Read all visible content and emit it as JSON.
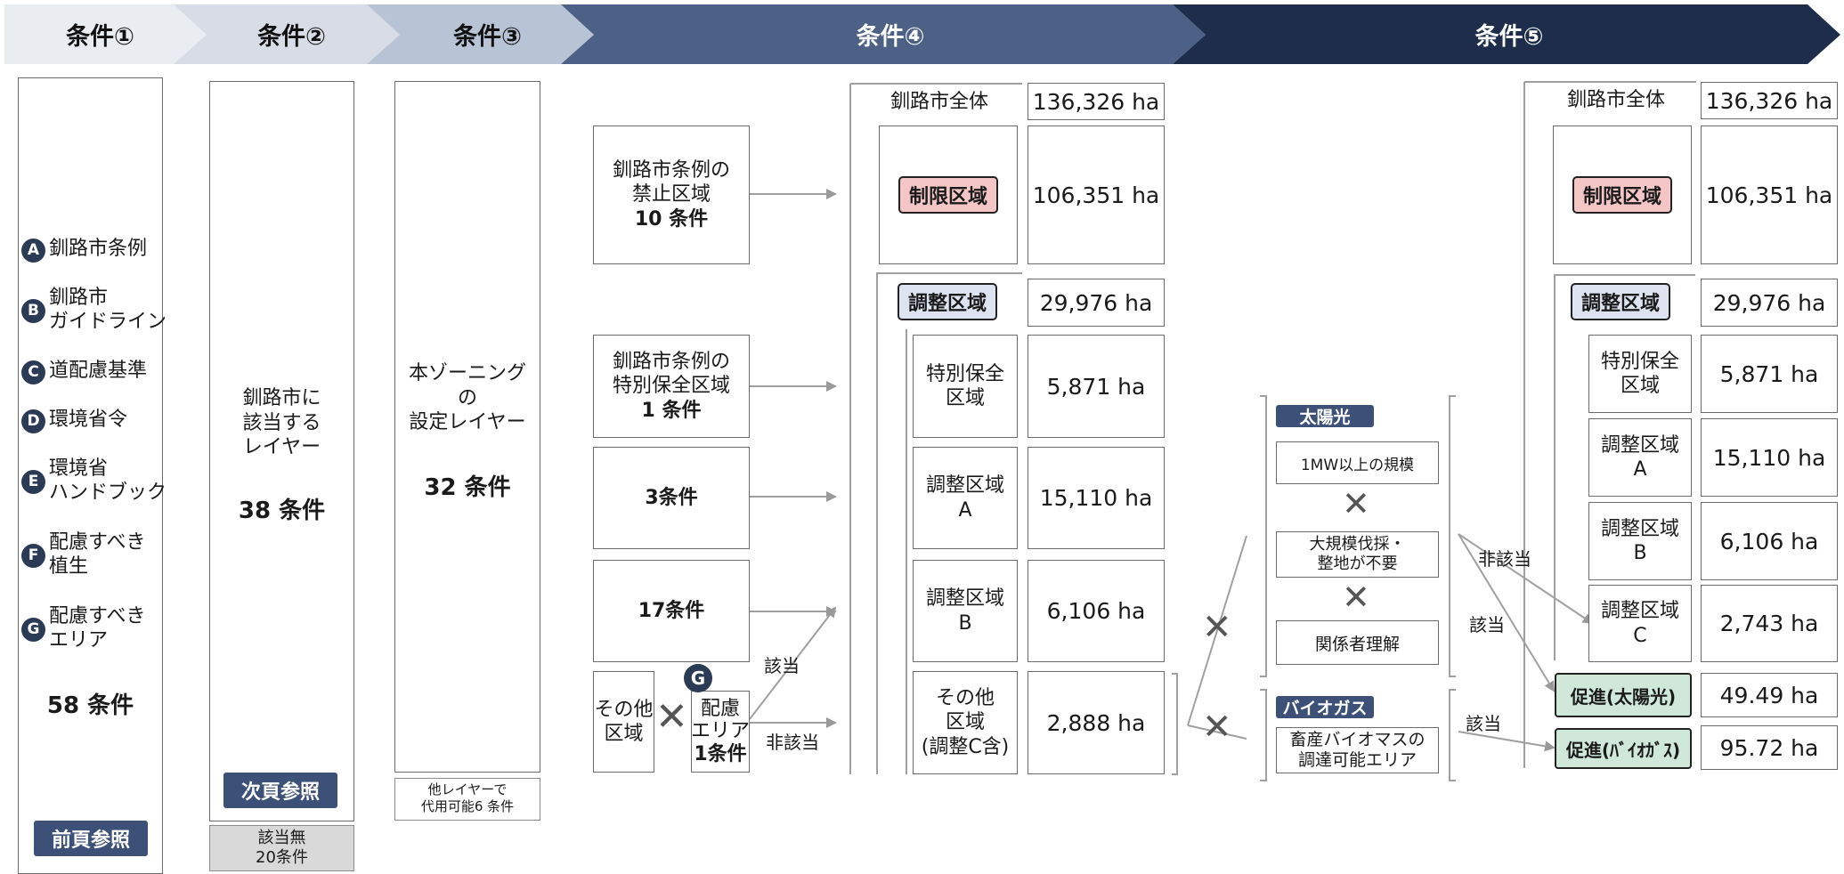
{
  "header": {
    "cond1": "条件①",
    "cond2": "条件②",
    "cond3": "条件③",
    "cond4": "条件④",
    "cond5": "条件⑤"
  },
  "colors": {
    "header1": "#e9ecf1",
    "header2": "#d7dce6",
    "header3": "#b8c3d6",
    "header4": "#4d6186",
    "header5": "#1f2d4c",
    "restricted": "#f4c6c6",
    "adjust": "#dde3f0",
    "promote": "#cfe8da",
    "navy": "#3d5078"
  },
  "col1": {
    "legend": [
      {
        "mark": "A",
        "text": "釧路市条例"
      },
      {
        "mark": "B",
        "text": "釧路市\nガイドライン"
      },
      {
        "mark": "C",
        "text": "道配慮基準"
      },
      {
        "mark": "D",
        "text": "環境省令"
      },
      {
        "mark": "E",
        "text": "環境省\nハンドブック"
      },
      {
        "mark": "F",
        "text": "配慮すべき\n植生"
      },
      {
        "mark": "G",
        "text": "配慮すべき\nエリア"
      }
    ],
    "count": "58 条件",
    "button": "前頁参照"
  },
  "col2": {
    "text": "釧路市に\n該当する\nレイヤー",
    "count": "38 条件",
    "button": "次頁参照",
    "note": "該当無\n20条件"
  },
  "col3": {
    "text": "本ゾーニング\nの\n設定レイヤー",
    "count": "32 条件",
    "note": "他レイヤーで\n代用可能6 条件"
  },
  "col4": {
    "inputs": [
      {
        "line1": "釧路市条例の\n禁止区域",
        "line2": "10 条件"
      },
      {
        "line1": "釧路市条例の\n特別保全区域",
        "line2": "1 条件"
      },
      {
        "line1": "",
        "line2": "3条件"
      },
      {
        "line1": "",
        "line2": "17条件"
      }
    ],
    "other_area": "その他\n区域",
    "g_mark": "G",
    "g_area": "配慮\nエリア",
    "g_count": "1条件",
    "applicable": "該当",
    "not_applicable": "非該当"
  },
  "zones": {
    "whole": "釧路市全体",
    "whole_ha": "136,326 ha",
    "restricted": "制限区域",
    "restricted_ha": "106,351 ha",
    "adjust": "調整区域",
    "adjust_ha": "29,976 ha",
    "special": "特別保全\n区域",
    "special_ha": "5,871 ha",
    "adjA": "調整区域\nA",
    "adjA_ha": "15,110 ha",
    "adjB": "調整区域\nB",
    "adjB_ha": "6,106 ha",
    "other": "その他\n区域\n(調整C含)",
    "other_ha": "2,888 ha",
    "adjC": "調整区域\nC",
    "adjC_ha": "2,743 ha",
    "promote_solar": "促進(太陽光)",
    "promote_solar_ha": "49.49 ha",
    "promote_bio": "促進(ﾊﾞｲｵｶﾞｽ)",
    "promote_bio_ha": "95.72 ha"
  },
  "criteria": {
    "solar": "太陽光",
    "solar_items": [
      "1MW以上の規模",
      "大規模伐採・\n整地が不要",
      "関係者理解"
    ],
    "bio": "バイオガス",
    "bio_items": [
      "畜産バイオマスの\n調達可能エリア"
    ],
    "not_applicable": "非該当",
    "applicable1": "該当",
    "applicable2": "該当"
  }
}
